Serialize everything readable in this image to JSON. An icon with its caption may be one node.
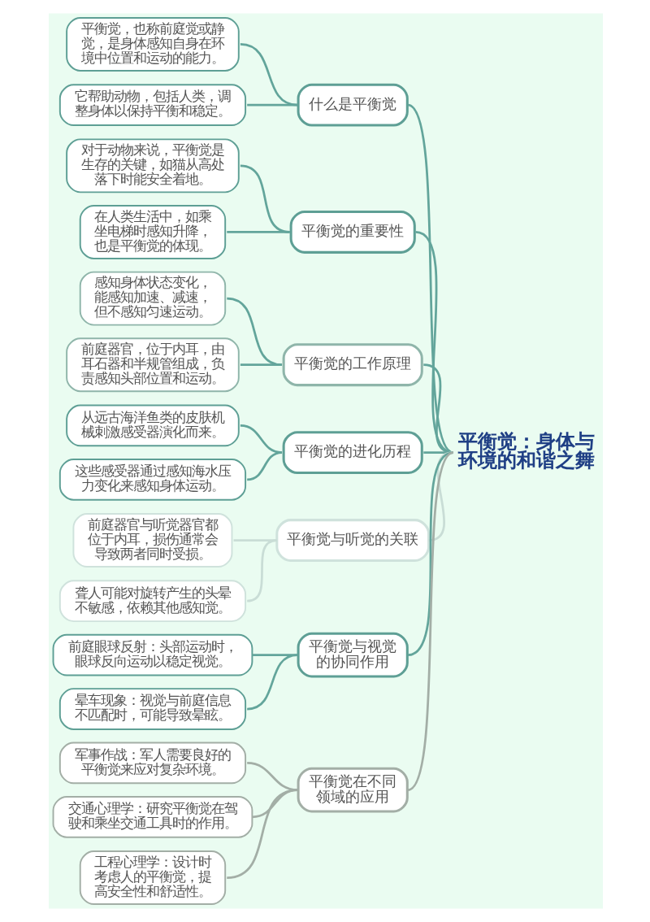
{
  "diagram": {
    "nodes": [
      {
        "text": [
          "平衡觉：身体与环境的和谐之舞"
        ]
      },
      {
        "text": [
          "什么是平衡觉"
        ]
      },
      {
        "text": [
          "平衡觉，也称前庭觉或静觉，是身体感知自身在环境中位置和运动的能力。"
        ]
      },
      {
        "text": [
          "它帮助动物，包括人类，调整身体以保持平衡和稳定。"
        ]
      },
      {
        "text": [
          "平衡觉的重要性"
        ]
      },
      {
        "text": [
          "对于动物来说，平衡觉是生存的关键，如猫从高处落下时能安全着地。"
        ]
      },
      {
        "text": [
          "在人类生活中，如乘坐电梯时感知升降，也是平衡觉的体现。"
        ]
      },
      {
        "text": [
          "平衡觉的工作原理"
        ]
      },
      {
        "text": [
          "感知身体状态变化，能感知加速、减速，但不感知匀速运动。"
        ]
      },
      {
        "text": [
          "前庭器官，位于内耳，由耳石器和半规管组成，负责感知头部位置和运动。"
        ]
      },
      {
        "text": [
          "平衡觉的进化历程"
        ]
      },
      {
        "text": [
          "从远古海洋鱼类的皮肤机械刺激感受器演化而来。"
        ]
      },
      {
        "text": [
          "这些感受器通过感知海水压力变化来感知身体运动。"
        ]
      },
      {
        "text": [
          "平衡觉与听觉的关联"
        ]
      },
      {
        "text": [
          "前庭器官与听觉器官都位于内耳，损伤通常会导致两者同时受损。"
        ]
      },
      {
        "text": [
          "聋人可能对旋转产生的头晕不敏感，依赖其他感知觉。"
        ]
      },
      {
        "text": [
          "平衡觉与视觉的协同作用"
        ]
      },
      {
        "text": [
          "前庭眼球反射：头部运动时，眼球反向运动以稳定视觉。"
        ]
      },
      {
        "text": [
          "晕车现象：视觉与前庭信息不匹配时，可能导致晕眩。"
        ]
      },
      {
        "text": [
          "平衡觉在不同领域的应用"
        ]
      },
      {
        "text": [
          "军事作战：军人需要良好的平衡觉来应对复杂环境。"
        ]
      },
      {
        "text": [
          "交通心理学：研究平衡觉在驾驶和乘坐交通工具时的作用。"
        ]
      },
      {
        "text": [
          "工程心理学：设计时考虑人的平衡觉，提高安全性和舒适性。"
        ]
      }
    ],
    "edges": [
      {
        "from": 0,
        "to": 1,
        "arrow": "none"
      },
      {
        "from": 1,
        "to": 2,
        "arrow": "none"
      },
      {
        "from": 1,
        "to": 3,
        "arrow": "none"
      },
      {
        "from": 0,
        "to": 4,
        "arrow": "none"
      },
      {
        "from": 4,
        "to": 5,
        "arrow": "none"
      },
      {
        "from": 4,
        "to": 6,
        "arrow": "none"
      },
      {
        "from": 0,
        "to": 7,
        "arrow": "none"
      },
      {
        "from": 7,
        "to": 8,
        "arrow": "none"
      },
      {
        "from": 7,
        "to": 9,
        "arrow": "none"
      },
      {
        "from": 0,
        "to": 10,
        "arrow": "none"
      },
      {
        "from": 10,
        "to": 11,
        "arrow": "none"
      },
      {
        "from": 10,
        "to": 12,
        "arrow": "none"
      },
      {
        "from": 0,
        "to": 13,
        "arrow": "none",
        "color": "#c9ddd6"
      },
      {
        "from": 13,
        "to": 14,
        "arrow": "none",
        "color": "#c9ddd6"
      },
      {
        "from": 13,
        "to": 15,
        "arrow": "none",
        "color": "#c9ddd6"
      },
      {
        "from": 0,
        "to": 16,
        "arrow": "none"
      },
      {
        "from": 16,
        "to": 17,
        "arrow": "none"
      },
      {
        "from": 16,
        "to": 18,
        "arrow": "none"
      },
      {
        "from": 0,
        "to": 19,
        "arrow": "none",
        "color": "#a3aea6"
      },
      {
        "from": 19,
        "to": 20,
        "arrow": "none",
        "color": "#a3aea6"
      },
      {
        "from": 19,
        "to": 21,
        "arrow": "none",
        "color": "#a3aea6"
      },
      {
        "from": 19,
        "to": 22,
        "arrow": "none",
        "color": "#a3aea6"
      }
    ]
  }
}
